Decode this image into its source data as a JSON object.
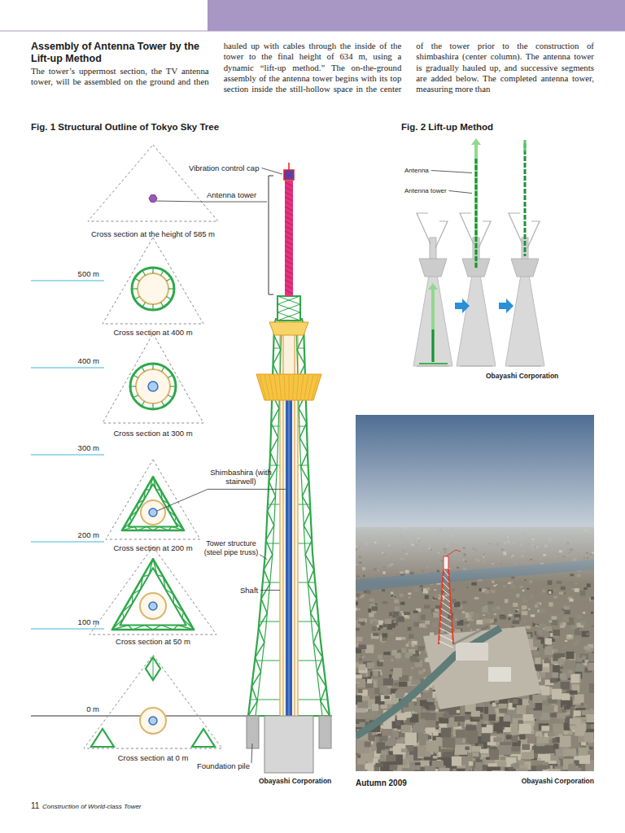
{
  "diagram": {
    "title": "Assembly of Antenna Tower by the Lift-up Method",
    "labels": [
      "The tower’s uppermost section, the TV antenna tower, will be assembled on the ground and then hauled up with cables through the inside of the tower to the final height of 634 m, using a dynamic “lift-up method.” The on-the-ground assembly of the antenna tower begins with its top section inside the still-hollow space in the center of the tower prior to the construction of shimbashira (center column). The antenna tower is gradually hauled up, and successive segments are added below. The completed antenna tower, measuring more than",
      "Fig. 1 Structural Outline of Tokyo Sky Tree",
      "Fig. 2 Lift-up Method",
      "Vibration control cap",
      "Antenna tower",
      "Cross section at the height of 585 m",
      "500 m",
      "Cross section at 400 m",
      "400 m",
      "Cross section at 300 m",
      "300 m",
      "Shimbashira (with stairwell)",
      "Cross section at 200 m",
      "200 m",
      "Tower structure (steel pipe truss)",
      "Shaft",
      "100 m",
      "Cross section at 50 m",
      "0 m",
      "Cross section at 0 m",
      "Foundation pile",
      "Obayashi Corporation",
      "Antenna",
      "Antenna tower",
      "Obayashi Corporation",
      "Autumn 2009",
      "Obayashi Corporation",
      "11",
      "Construction of World-class Tower"
    ]
  }
}
